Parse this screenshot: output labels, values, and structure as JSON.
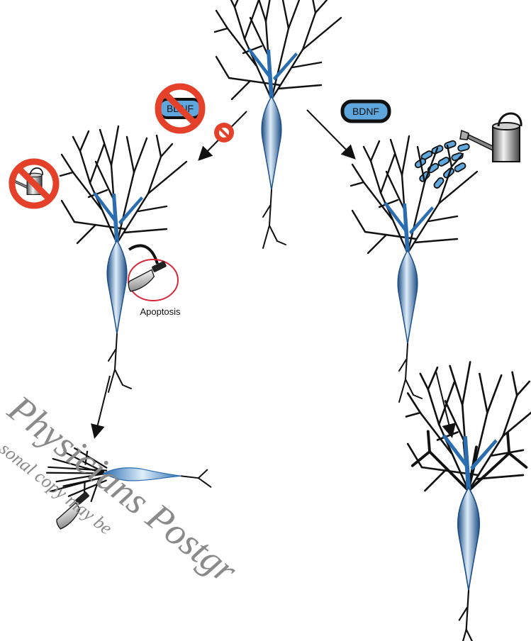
{
  "labels": {
    "bdnf_left": "BDNF",
    "bdnf_right": "BDNF",
    "apoptosis": "Apoptosis"
  },
  "watermark": {
    "main": "Physicians Postgr",
    "sub": "sonal copy may be"
  },
  "colors": {
    "neuron_blue": "#2a6db0",
    "neuron_dark": "#1e4f86",
    "dendrite": "#111111",
    "prohibit_red": "#e5412a",
    "bdnf_fill": "#5fa6dc",
    "bdnf_border": "#111111",
    "circle_red": "#d6283a"
  },
  "icons": [
    "neuron-icon",
    "no-bdnf-icon",
    "no-sign-icon",
    "no-watering-can-icon",
    "watering-can-icon",
    "knife-icon",
    "arrow-icon"
  ]
}
